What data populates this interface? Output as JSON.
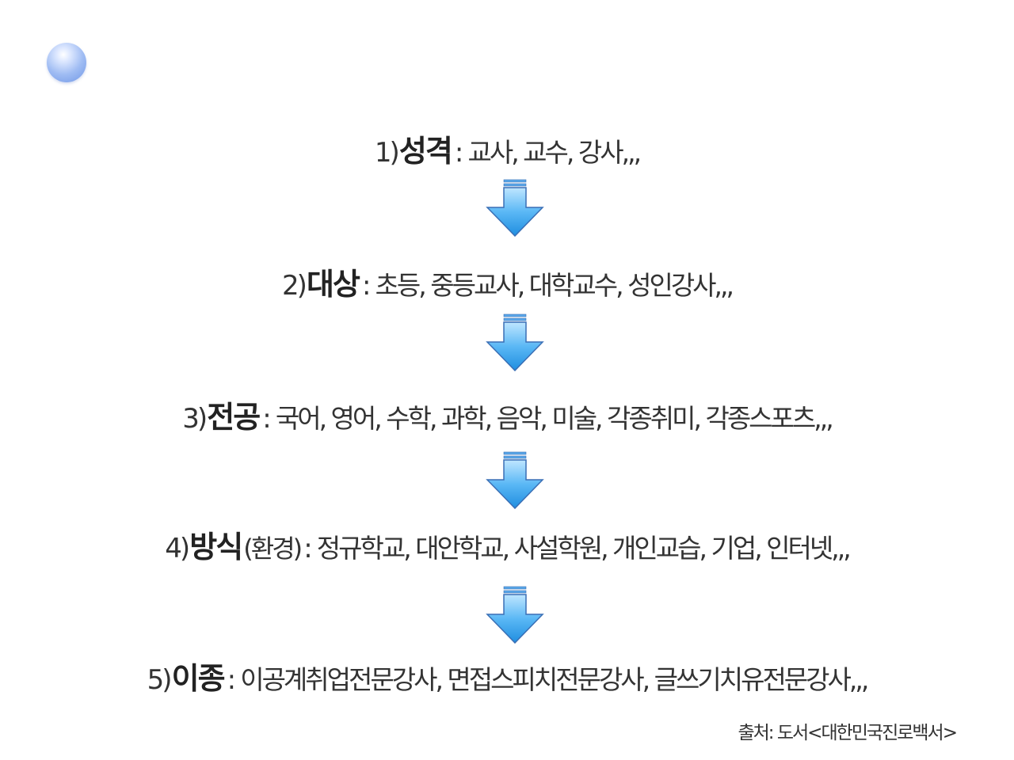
{
  "steps": [
    {
      "num": "1)",
      "key": "성격",
      "sub": "",
      "desc": "교사, 교수, 강사,,,"
    },
    {
      "num": "2)",
      "key": "대상",
      "sub": "",
      "desc": "초등, 중등교사, 대학교수, 성인강사,,,"
    },
    {
      "num": "3)",
      "key": "전공",
      "sub": "",
      "desc": "국어, 영어, 수학, 과학, 음악, 미술, 각종취미, 각종스포츠,,,"
    },
    {
      "num": "4)",
      "key": "방식",
      "sub": "(환경)",
      "desc": "정규학교, 대안학교, 사설학원, 개인교습, 기업, 인터넷,,,"
    },
    {
      "num": "5)",
      "key": "이종",
      "sub": "",
      "desc": "이공계취업전문강사, 면접스피치전문강사, 글쓰기치유전문강사,,,"
    }
  ],
  "colon": ":",
  "source": "출처: 도서<대한민국진로백서>",
  "colors": {
    "arrow_top": "#9fd8ff",
    "arrow_bottom": "#1f8ee0",
    "arrow_outline": "#3a6fb5",
    "bullet": "#7fa3ea"
  }
}
